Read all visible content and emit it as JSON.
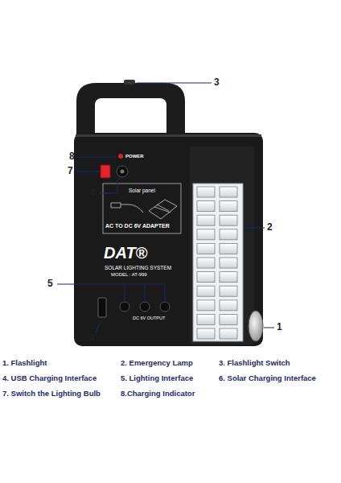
{
  "diagram": {
    "labels": [
      "3",
      "8",
      "POWER",
      "7",
      "6",
      "Solar panel",
      "AC TO DC 6V ADAPTER",
      "2",
      "DAT®",
      "SOLAR LIGHTING SYSTEM",
      "MODEL : AT-999",
      "5",
      "1",
      "DC 6V OUTPUT",
      "4",
      "1. Flashlight",
      "2. Emergency Lamp",
      "3. Flashlight Switch",
      "4. USB Charging Interface",
      "5. Lighting Interface",
      "6. Solar Charging Interface",
      "7. Switch the Lighting Bulb",
      "8.Charging Indicator"
    ]
  }
}
